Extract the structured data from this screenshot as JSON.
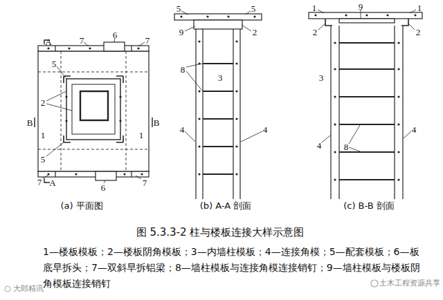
{
  "diagram": {
    "caption": "图 5.3.3-2 柱与楼板连接大样示意图",
    "labels": [
      "A",
      "7",
      "6",
      "7",
      "5",
      "2",
      "B",
      "1",
      "B",
      "1",
      "5",
      "7",
      "A",
      "6",
      "7",
      "5",
      "5",
      "9",
      "2",
      "8",
      "3",
      "4",
      "4",
      "1",
      "9",
      "1",
      "2",
      "2",
      "3",
      "8",
      "4",
      "4",
      "(a) 平面图",
      "(b) A-A 剖面",
      "(c) B-B 剖面",
      "1—楼板模板；",
      "2—楼板阴角模板；",
      "3—内墙柱模板；",
      "4—连接角模；",
      "5—配套模板；",
      "6—板底早拆头；",
      "7—双斜早拆铝梁；",
      "8—墙柱模板与连接角模连接销钉；",
      "9—墙柱模板与楼板阴角模板连接销钉",
      "大郎精讯",
      "土木工程资源共享"
    ]
  }
}
